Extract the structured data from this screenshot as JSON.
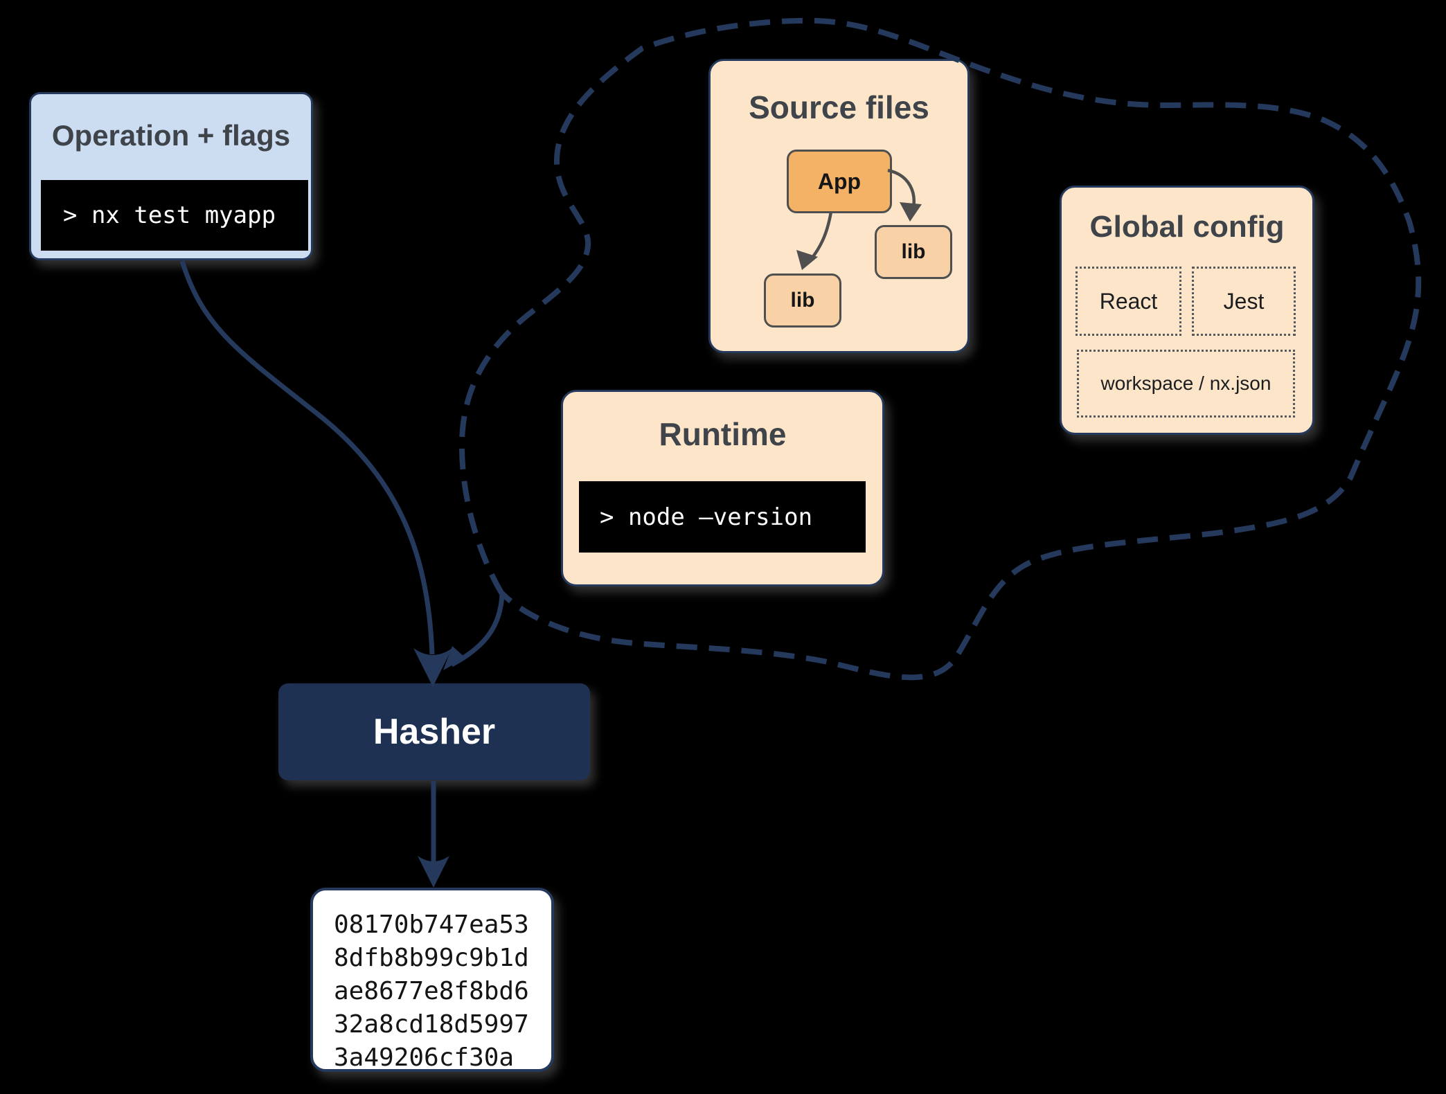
{
  "palette": {
    "bg": "#000000",
    "navy": "#24395c",
    "navy-fill": "#1e3152",
    "light-blue": "#cdddf1",
    "peach": "#fce5c8",
    "orange": "#f4b266",
    "light-orange": "#f8d2a6",
    "title-gray": "#3f434a",
    "arrow-gray": "#4f4f4f",
    "dot-gray": "#55585c",
    "white": "#ffffff",
    "terminal": "#000000",
    "ink": "#141414"
  },
  "operation_box": {
    "title": "Operation + flags",
    "command": "> nx test myapp"
  },
  "cloud": {
    "source_files": {
      "title": "Source files",
      "app_label": "App",
      "lib_right_label": "lib",
      "lib_bottom_label": "lib"
    },
    "runtime": {
      "title": "Runtime",
      "command": "> node –version"
    },
    "global_config": {
      "title": "Global config",
      "items": [
        "React",
        "Jest"
      ],
      "workspace_label": "workspace / nx.json"
    }
  },
  "hasher": {
    "label": "Hasher"
  },
  "hash_output": {
    "lines": [
      "08170b747ea53",
      "8dfb8b99c9b1d",
      "ae8677e8f8bd6",
      "32a8cd18d5997",
      "3a49206cf30a"
    ]
  }
}
